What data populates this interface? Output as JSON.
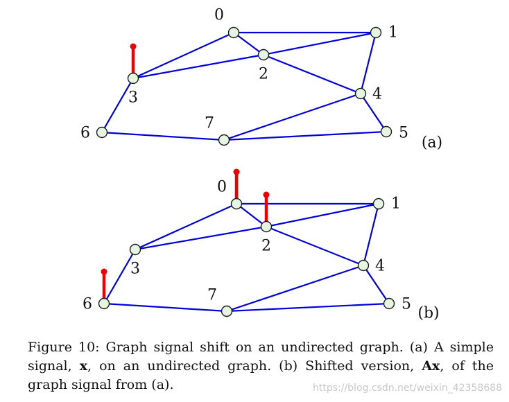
{
  "colors": {
    "edge": "#0000dd",
    "node_fill": "#e6f5e0",
    "node_stroke": "#1a1a1a",
    "signal": "#ee0000"
  },
  "panels": [
    {
      "label": "(a)",
      "nodes": [
        {
          "id": "0",
          "label": "0"
        },
        {
          "id": "1",
          "label": "1"
        },
        {
          "id": "2",
          "label": "2"
        },
        {
          "id": "3",
          "label": "3"
        },
        {
          "id": "4",
          "label": "4"
        },
        {
          "id": "5",
          "label": "5"
        },
        {
          "id": "6",
          "label": "6"
        },
        {
          "id": "7",
          "label": "7"
        }
      ],
      "edges": [
        [
          "0",
          "1"
        ],
        [
          "0",
          "2"
        ],
        [
          "0",
          "3"
        ],
        [
          "1",
          "2"
        ],
        [
          "1",
          "4"
        ],
        [
          "2",
          "3"
        ],
        [
          "2",
          "4"
        ],
        [
          "3",
          "6"
        ],
        [
          "4",
          "5"
        ],
        [
          "4",
          "7"
        ],
        [
          "5",
          "7"
        ],
        [
          "6",
          "7"
        ]
      ],
      "signal_nodes": [
        "3"
      ]
    },
    {
      "label": "(b)",
      "nodes": [
        {
          "id": "0",
          "label": "0"
        },
        {
          "id": "1",
          "label": "1"
        },
        {
          "id": "2",
          "label": "2"
        },
        {
          "id": "3",
          "label": "3"
        },
        {
          "id": "4",
          "label": "4"
        },
        {
          "id": "5",
          "label": "5"
        },
        {
          "id": "6",
          "label": "6"
        },
        {
          "id": "7",
          "label": "7"
        }
      ],
      "edges": [
        [
          "0",
          "1"
        ],
        [
          "0",
          "2"
        ],
        [
          "0",
          "3"
        ],
        [
          "1",
          "2"
        ],
        [
          "1",
          "4"
        ],
        [
          "2",
          "3"
        ],
        [
          "2",
          "4"
        ],
        [
          "3",
          "6"
        ],
        [
          "4",
          "5"
        ],
        [
          "4",
          "7"
        ],
        [
          "5",
          "7"
        ],
        [
          "6",
          "7"
        ]
      ],
      "signal_nodes": [
        "0",
        "2",
        "6"
      ]
    }
  ],
  "caption": {
    "part1": "Figure 10: Graph signal shift on an undirected graph. (a) A simple signal, ",
    "x": "x",
    "part2": ", on an undirected graph.  (b) Shifted version, ",
    "ax": "Ax",
    "part3": ", of the graph signal from (a)."
  },
  "watermark": "https://blog.csdn.net/weixin_42358688"
}
